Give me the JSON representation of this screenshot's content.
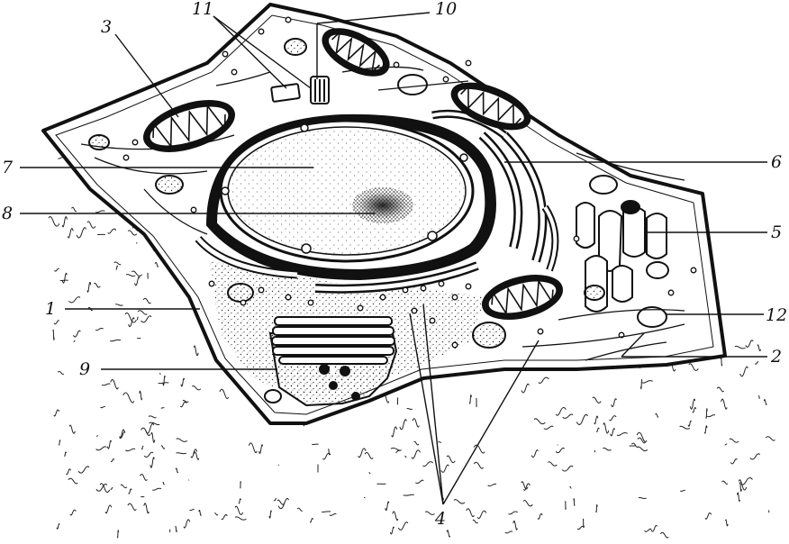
{
  "diagram": {
    "style": {
      "ink": "#111111",
      "paper": "#ffffff",
      "stipple": "#1a1a1a"
    },
    "labels": [
      {
        "id": "label-1",
        "text": "1"
      },
      {
        "id": "label-2",
        "text": "2"
      },
      {
        "id": "label-3",
        "text": "3"
      },
      {
        "id": "label-4",
        "text": "4"
      },
      {
        "id": "label-5",
        "text": "5"
      },
      {
        "id": "label-6",
        "text": "6"
      },
      {
        "id": "label-7",
        "text": "7"
      },
      {
        "id": "label-8",
        "text": "8"
      },
      {
        "id": "label-9",
        "text": "9"
      },
      {
        "id": "label-10",
        "text": "10"
      },
      {
        "id": "label-11",
        "text": "11"
      },
      {
        "id": "label-12",
        "text": "12"
      }
    ]
  }
}
